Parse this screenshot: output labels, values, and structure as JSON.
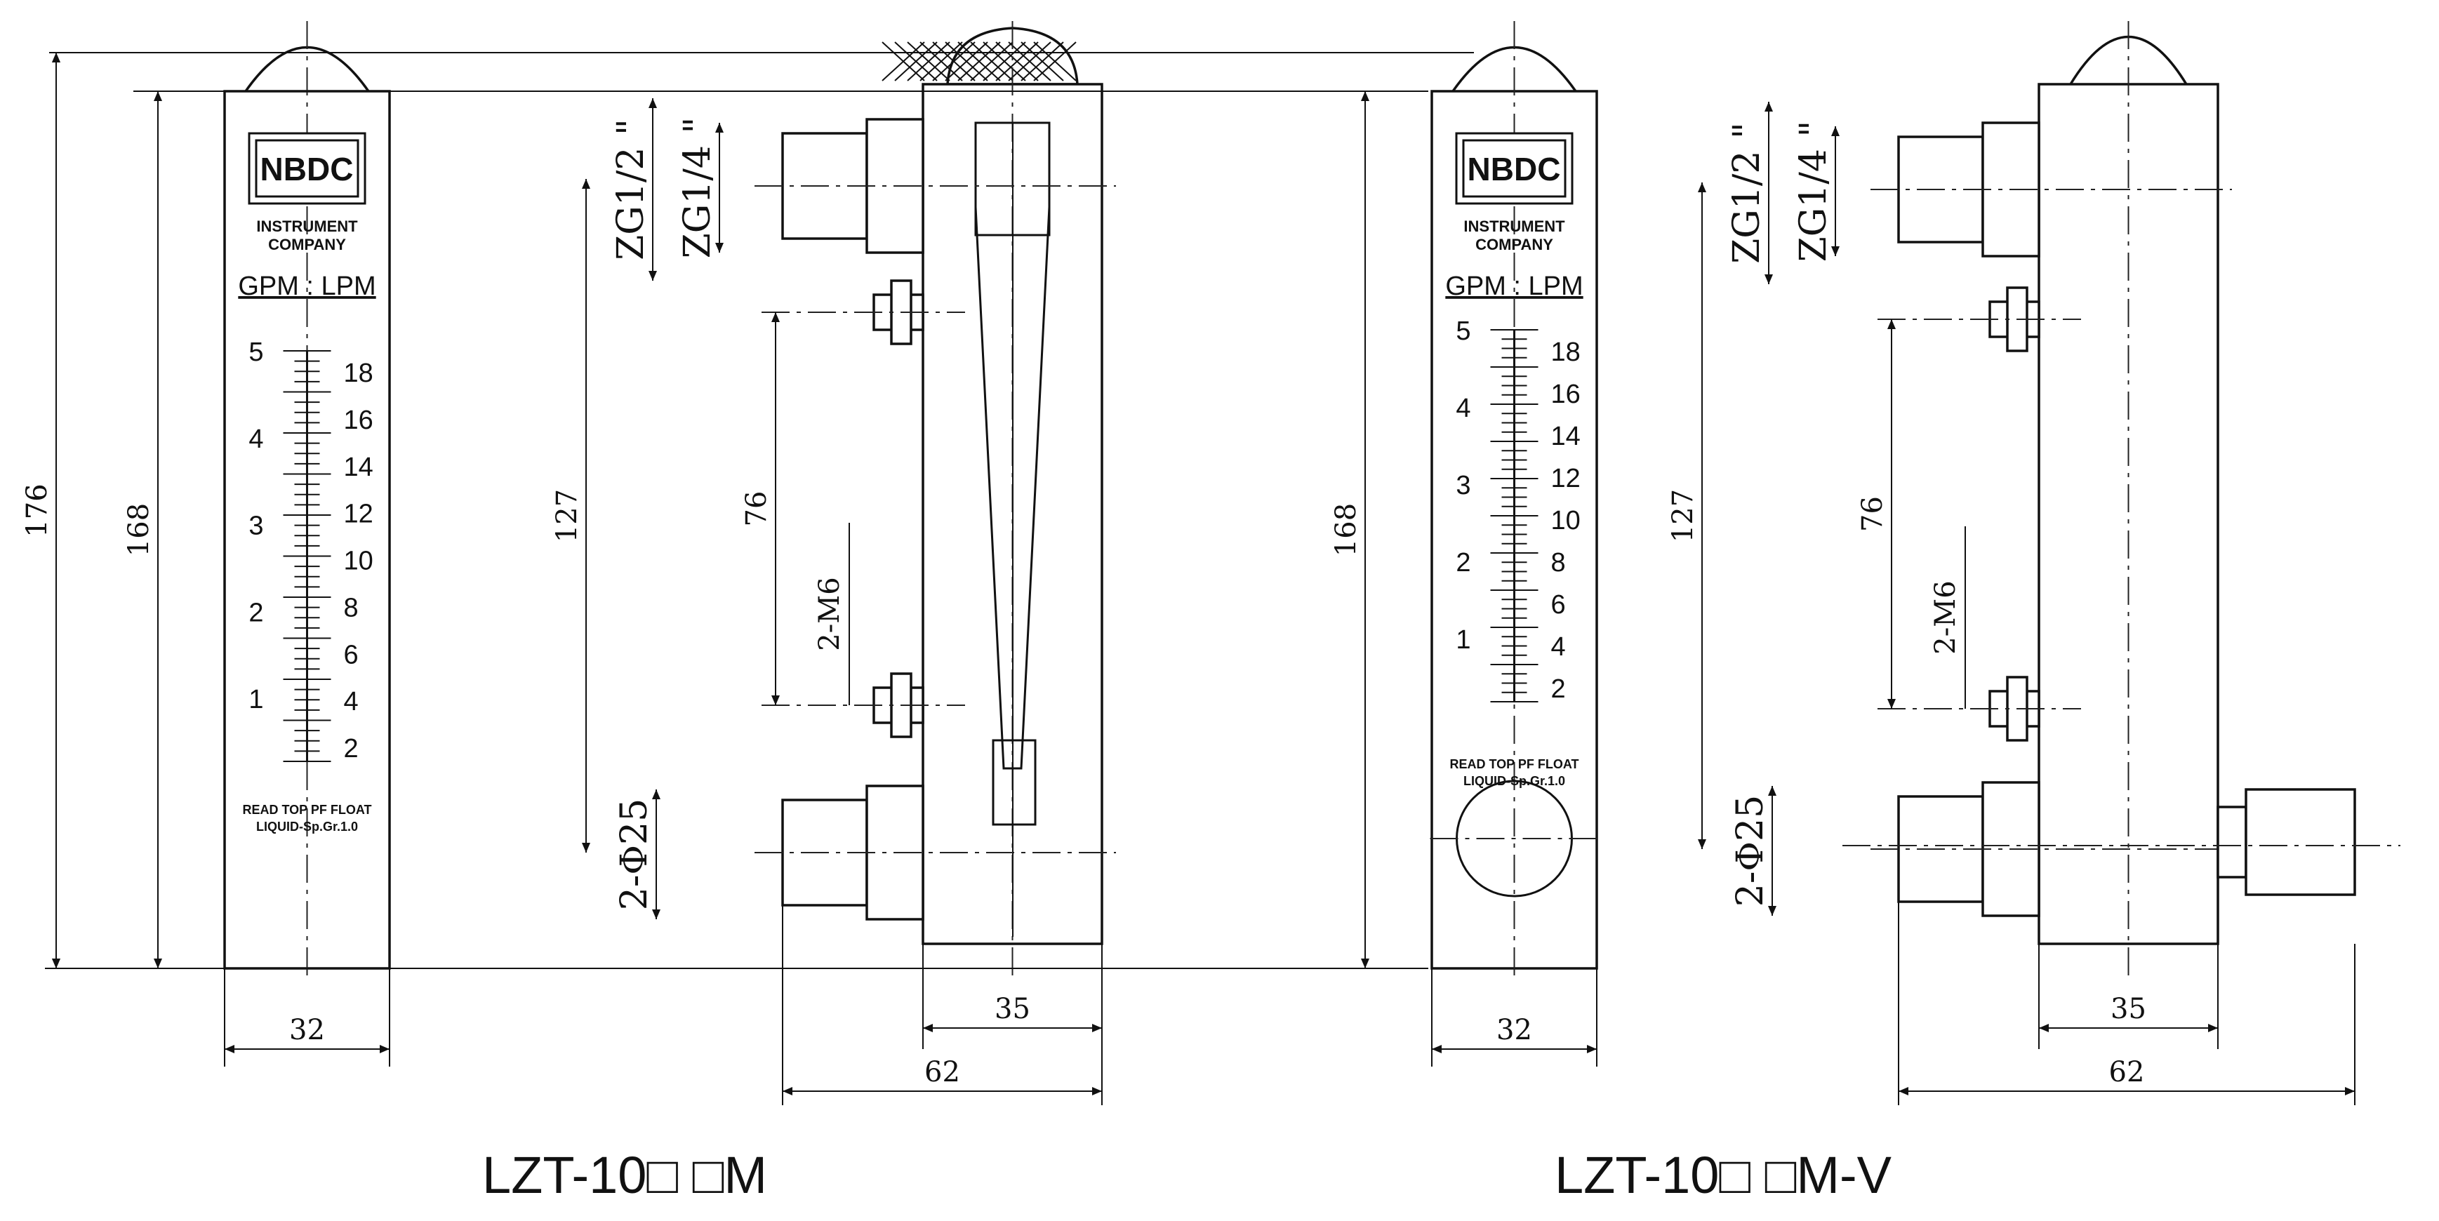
{
  "variants": [
    {
      "model_caption": "LZT-10□ □M",
      "front": {
        "brand": "NBDC",
        "company_line1": "INSTRUMENT",
        "company_line2": "COMPANY",
        "units_label": "GPM : LPM",
        "gpm_ticks": [
          "5",
          "4",
          "3",
          "2",
          "1"
        ],
        "lpm_ticks": [
          "18",
          "16",
          "14",
          "12",
          "10",
          "8",
          "6",
          "4",
          "2"
        ],
        "note_line1": "READ TOP PF FLOAT",
        "note_line2": "LIQUID-Sp.Gr.1.0",
        "dim_total_height": "176",
        "dim_body_height": "168",
        "dim_width": "32"
      },
      "side": {
        "dim_port_spacing": "127",
        "dim_mount_spacing": "76",
        "dim_mount_bolts": "2-M6",
        "dim_port_dia": "2-Φ25",
        "thread_1": "ZG1/2 \"",
        "thread_2": "ZG1/4 \"",
        "dim_body_depth": "35",
        "dim_overall_depth": "62"
      }
    },
    {
      "model_caption": "LZT-10□ □M-V",
      "front": {
        "brand": "NBDC",
        "company_line1": "INSTRUMENT",
        "company_line2": "COMPANY",
        "units_label": "GPM : LPM",
        "gpm_ticks": [
          "5",
          "4",
          "3",
          "2",
          "1"
        ],
        "lpm_ticks": [
          "18",
          "16",
          "14",
          "12",
          "10",
          "8",
          "6",
          "4",
          "2"
        ],
        "note_line1": "READ TOP PF FLOAT",
        "note_line2": "LIQUID-Sp.Gr.1.0",
        "dim_total_height": "176",
        "dim_body_height": "168",
        "dim_width": "32"
      },
      "side": {
        "dim_port_spacing": "127",
        "dim_mount_spacing": "76",
        "dim_mount_bolts": "2-M6",
        "dim_port_dia": "2-Φ25",
        "thread_1": "ZG1/2 \"",
        "thread_2": "ZG1/4 \"",
        "dim_body_depth": "35",
        "dim_overall_depth": "62"
      }
    }
  ]
}
